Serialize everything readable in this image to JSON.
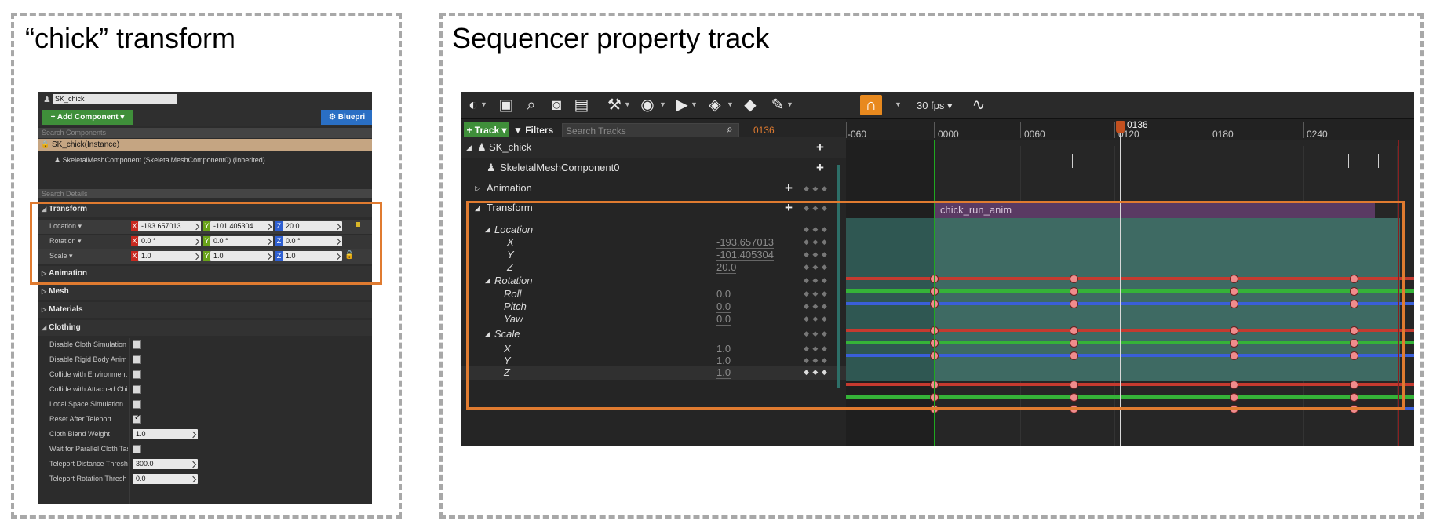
{
  "left_panel": {
    "title": "“chick” transform",
    "actor_name": "SK_chick",
    "add_component_label": "+ Add Component ▾",
    "blueprint_label": "⚙ Bluepri",
    "search_components_placeholder": "Search Components",
    "instance_label": "SK_chick(Instance)",
    "mesh_component_label": "SkeletalMeshComponent (SkeletalMeshComponent0) (Inherited)",
    "search_details_placeholder": "Search Details",
    "transform_category": "Transform",
    "location_label": "Location ▾",
    "rotation_label": "Rotation ▾",
    "scale_label": "Scale ▾",
    "axis_x": "X",
    "axis_y": "Y",
    "axis_z": "Z",
    "location": {
      "x": "-193.657013",
      "y": "-101.405304",
      "z": "20.0"
    },
    "rotation": {
      "x": "0.0 °",
      "y": "0.0 °",
      "z": "0.0 °"
    },
    "scale": {
      "x": "1.0",
      "y": "1.0",
      "z": "1.0"
    },
    "categories": [
      "Animation",
      "Mesh",
      "Materials",
      "Clothing"
    ],
    "clothing_props": [
      "Disable Cloth Simulation",
      "Disable Rigid Body Anim M",
      "Collide with Environment",
      "Collide with Attached Chil",
      "Local Space Simulation",
      "Reset After Teleport",
      "Cloth Blend Weight",
      "Wait for Parallel Cloth Tas",
      "Teleport Distance Thresh",
      "Teleport Rotation Thresh"
    ],
    "cloth_blend_weight": "1.0",
    "teleport_distance": "300.0",
    "teleport_rotation": "0.0",
    "reset_after_teleport_checked": true
  },
  "right_panel": {
    "title": "Sequencer property track",
    "fps_label": "30 fps ▾",
    "track_button": "+ Track ▾",
    "filters_button": "▼ Filters ▾",
    "search_tracks_placeholder": "Search Tracks",
    "current_frame": "0136",
    "tree": {
      "actor": "SK_chick",
      "component": "SkeletalMeshComponent0",
      "animation": "Animation",
      "transform": "Transform",
      "location": "Location",
      "rotation": "Rotation",
      "scale": "Scale",
      "x": "X",
      "y": "Y",
      "z": "Z",
      "roll": "Roll",
      "pitch": "Pitch",
      "yaw": "Yaw"
    },
    "values": {
      "loc_x": "-193.657013",
      "loc_y": "-101.405304",
      "loc_z": "20.0",
      "roll": "0.0",
      "pitch": "0.0",
      "yaw": "0.0",
      "scale_x": "1.0",
      "scale_y": "1.0",
      "scale_z": "1.0"
    },
    "kf_nav": "◆ ◆ ◆",
    "ruler_labels": [
      "-060",
      "0000",
      "0060",
      "0120",
      "0180",
      "0240"
    ],
    "playhead_label": "0136",
    "anim_clip_label": "chick_run_anim",
    "colors": {
      "accent": "#e07b30",
      "x_curve": "#c53a2f",
      "y_curve": "#35b338",
      "z_curve": "#3a5fd8"
    }
  }
}
